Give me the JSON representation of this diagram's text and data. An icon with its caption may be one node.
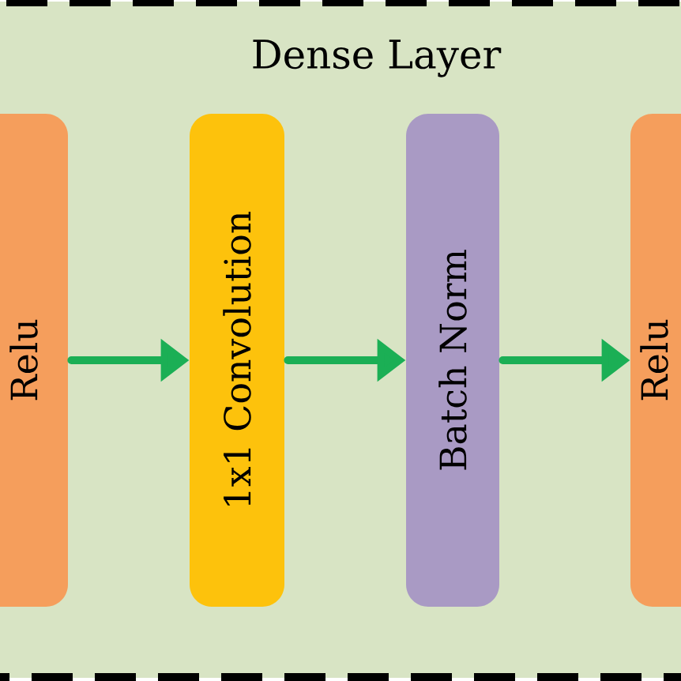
{
  "diagram": {
    "nodes": [
      {
        "text": [
          "Dense Layer"
        ]
      },
      {
        "text": [
          "Relu"
        ],
        "in": 0
      },
      {
        "text": [
          "1x1 Convolution"
        ],
        "in": 0
      },
      {
        "text": [
          "Batch Norm"
        ],
        "in": 0
      },
      {
        "text": [
          "Relu"
        ],
        "in": 0
      }
    ],
    "edges": [
      {
        "from": 1,
        "to": 2,
        "arrow": "to"
      },
      {
        "from": 2,
        "to": 3,
        "arrow": "to"
      },
      {
        "from": 3,
        "to": 4,
        "arrow": "to"
      }
    ]
  }
}
